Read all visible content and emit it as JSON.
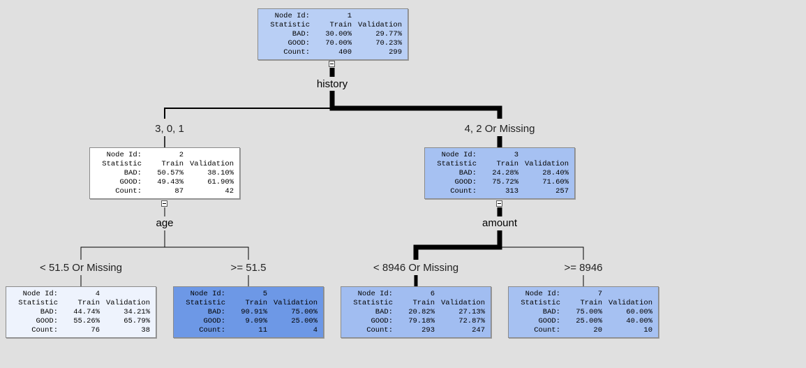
{
  "nodes": [
    {
      "id": "1",
      "train_bad": "30.00%",
      "val_bad": "29.77%",
      "train_good": "70.00%",
      "val_good": "70.23%",
      "train_count": "400",
      "val_count": "299",
      "fill": "#b9cff5"
    },
    {
      "id": "2",
      "train_bad": "50.57%",
      "val_bad": "38.10%",
      "train_good": "49.43%",
      "val_good": "61.90%",
      "train_count": "87",
      "val_count": "42",
      "fill": "#ffffff"
    },
    {
      "id": "3",
      "train_bad": "24.28%",
      "val_bad": "28.40%",
      "train_good": "75.72%",
      "val_good": "71.60%",
      "train_count": "313",
      "val_count": "257",
      "fill": "#a6c1f2"
    },
    {
      "id": "4",
      "train_bad": "44.74%",
      "val_bad": "34.21%",
      "train_good": "55.26%",
      "val_good": "65.79%",
      "train_count": "76",
      "val_count": "38",
      "fill": "#eef3fd"
    },
    {
      "id": "5",
      "train_bad": "90.91%",
      "val_bad": "75.00%",
      "train_good": "9.09%",
      "val_good": "25.00%",
      "train_count": "11",
      "val_count": "4",
      "fill": "#6d98e6"
    },
    {
      "id": "6",
      "train_bad": "20.82%",
      "val_bad": "27.13%",
      "train_good": "79.18%",
      "val_good": "72.87%",
      "train_count": "293",
      "val_count": "247",
      "fill": "#a1bdf1"
    },
    {
      "id": "7",
      "train_bad": "75.00%",
      "val_bad": "60.00%",
      "train_good": "25.00%",
      "val_good": "40.00%",
      "train_count": "20",
      "val_count": "10",
      "fill": "#a6c1f2"
    }
  ],
  "row_labels": {
    "node_id": "Node Id:",
    "statistic": "Statistic",
    "train": "Train",
    "validation": "Validation",
    "bad": "BAD:",
    "good": "GOOD:",
    "count": "Count:"
  },
  "splits": {
    "history": "history",
    "age": "age",
    "amount": "amount"
  },
  "branches": {
    "n2": "3, 0, 1",
    "n3": "4, 2 Or Missing",
    "n4": "< 51.5 Or Missing",
    "n5": ">= 51.5",
    "n6": "< 8946 Or Missing",
    "n7": ">= 8946"
  }
}
